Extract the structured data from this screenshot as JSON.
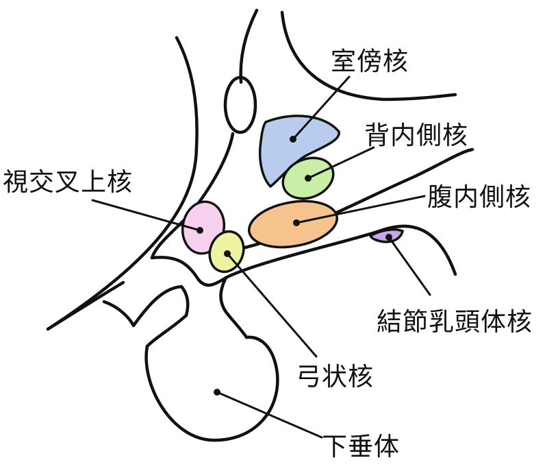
{
  "labels": {
    "paraventricular": "室傍核",
    "dorsomedial": "背内側核",
    "suprachiasmatic": "視交叉上核",
    "ventromedial": "腹内側核",
    "mammillary": "結節乳頭体核",
    "arcuate": "弓状核",
    "pituitary": "下垂体"
  },
  "colors": {
    "paraventricular": "#b8cdee",
    "dorsomedial": "#c9efa6",
    "suprachiasmatic": "#f6d0ee",
    "ventromedial": "#f6c38e",
    "arcuate": "#eef3a2",
    "mammillary": "#c9a6ea",
    "line": "#111111"
  }
}
